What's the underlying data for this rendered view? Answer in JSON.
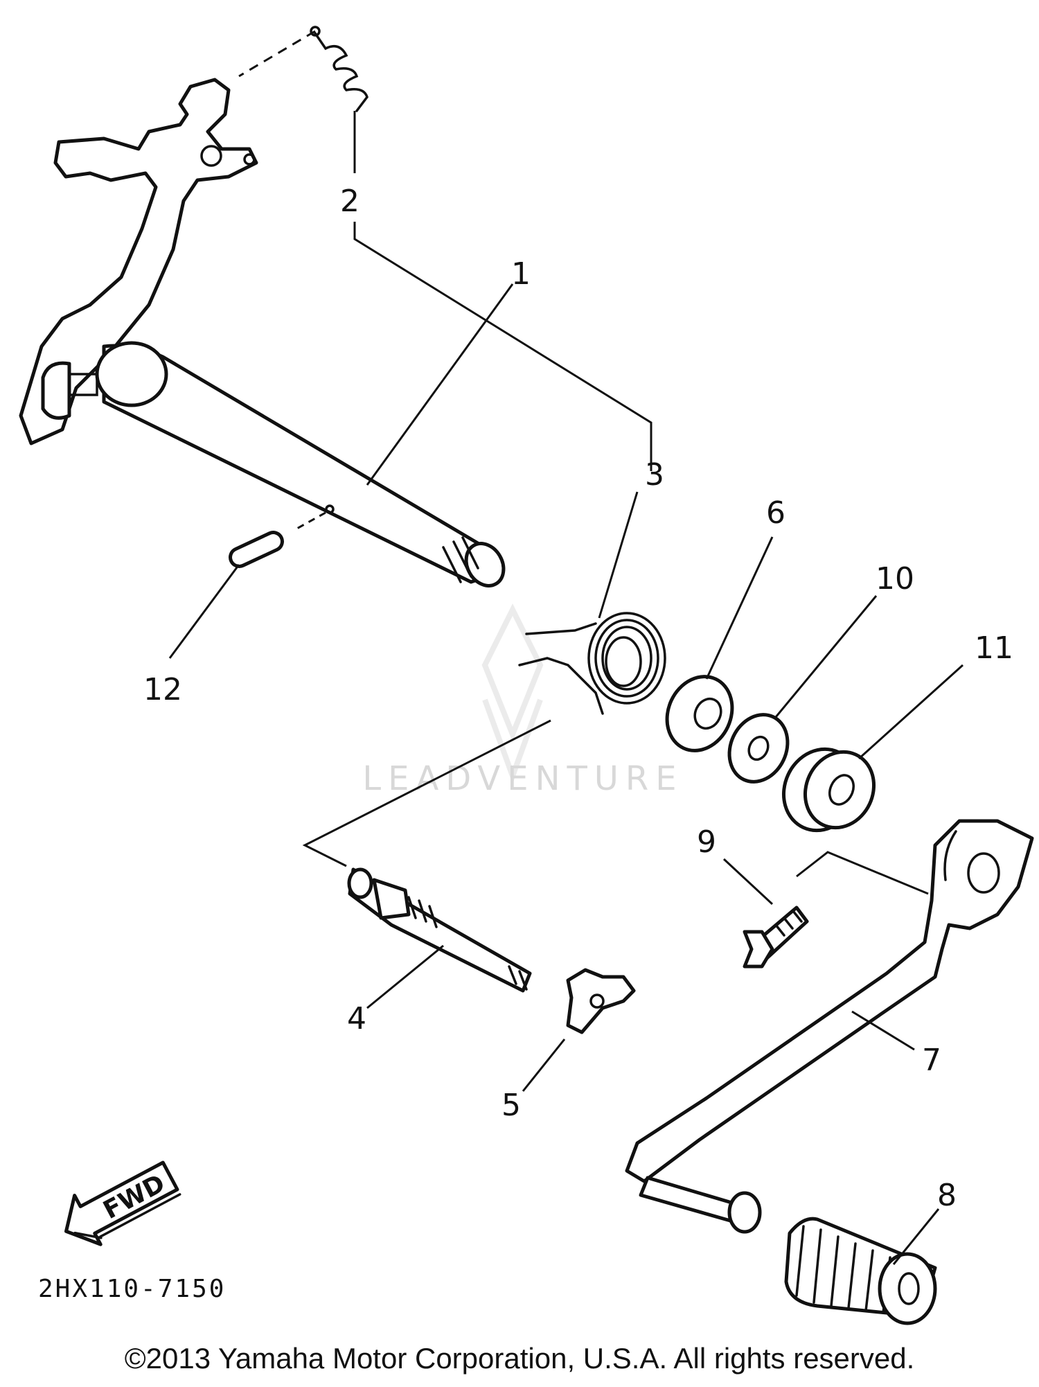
{
  "drawing_code": "2HX110-7150",
  "fwd_label": "FWD",
  "watermark": "LEADVENTURE",
  "copyright": "©2013 Yamaha Motor Corporation, U.S.A. All rights reserved.",
  "callouts": [
    {
      "id": "1",
      "label": "1"
    },
    {
      "id": "2",
      "label": "2"
    },
    {
      "id": "3",
      "label": "3"
    },
    {
      "id": "4",
      "label": "4"
    },
    {
      "id": "5",
      "label": "5"
    },
    {
      "id": "6",
      "label": "6"
    },
    {
      "id": "7",
      "label": "7"
    },
    {
      "id": "8",
      "label": "8"
    },
    {
      "id": "9",
      "label": "9"
    },
    {
      "id": "10",
      "label": "10"
    },
    {
      "id": "11",
      "label": "11"
    },
    {
      "id": "12",
      "label": "12"
    }
  ]
}
